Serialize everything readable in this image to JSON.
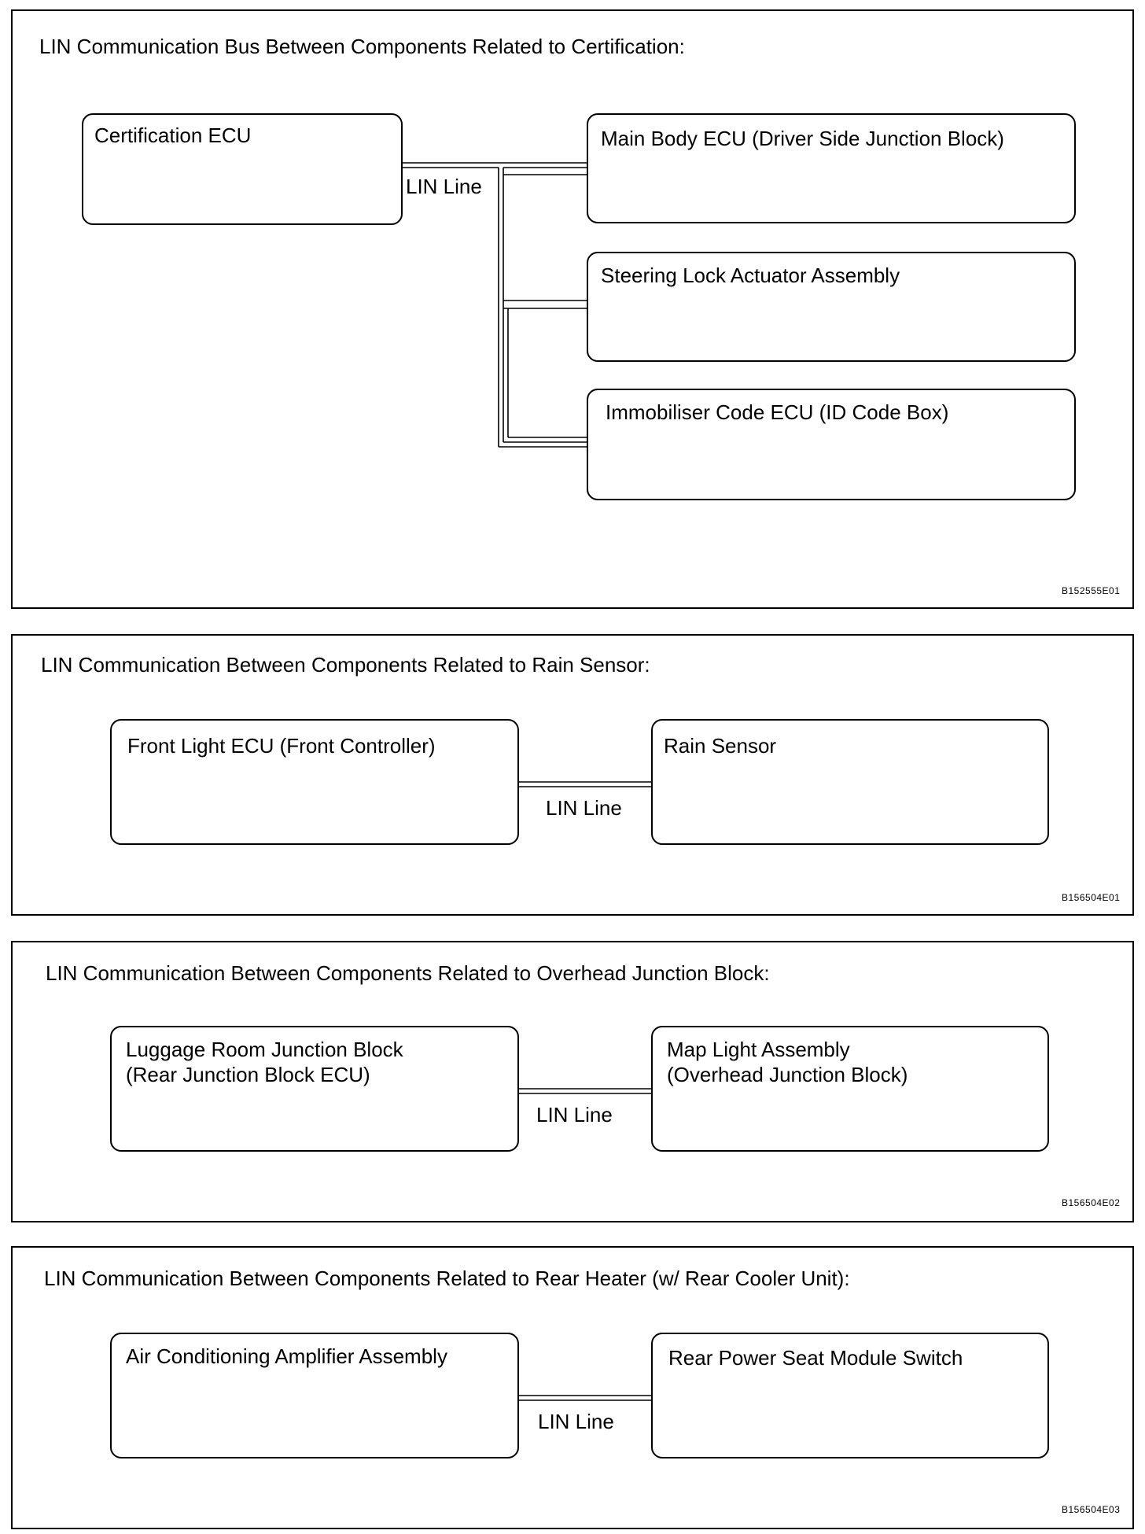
{
  "panels": [
    {
      "title": "LIN Communication Bus Between Components Related to Certification:",
      "code": "B152555E01",
      "line_label": "LIN Line",
      "nodes": [
        {
          "label": "Certification ECU"
        },
        {
          "label": "Main Body ECU (Driver Side Junction Block)"
        },
        {
          "label": "Steering Lock Actuator Assembly"
        },
        {
          "label": "Immobiliser Code ECU (ID Code Box)"
        }
      ]
    },
    {
      "title": "LIN Communication Between Components Related to Rain Sensor:",
      "code": "B156504E01",
      "line_label": "LIN Line",
      "nodes": [
        {
          "label": "Front Light ECU (Front Controller)"
        },
        {
          "label": "Rain Sensor"
        }
      ]
    },
    {
      "title": "LIN Communication Between Components Related to Overhead Junction Block:",
      "code": "B156504E02",
      "line_label": "LIN Line",
      "nodes": [
        {
          "label_line1": "Luggage Room Junction Block",
          "label_line2": "(Rear Junction Block ECU)"
        },
        {
          "label_line1": "Map Light Assembly",
          "label_line2": "(Overhead Junction Block)"
        }
      ]
    },
    {
      "title": "LIN Communication Between Components Related to Rear Heater (w/ Rear Cooler Unit):",
      "code": "B156504E03",
      "line_label": "LIN Line",
      "nodes": [
        {
          "label": "Air Conditioning Amplifier Assembly"
        },
        {
          "label": "Rear Power Seat Module Switch"
        }
      ]
    }
  ]
}
